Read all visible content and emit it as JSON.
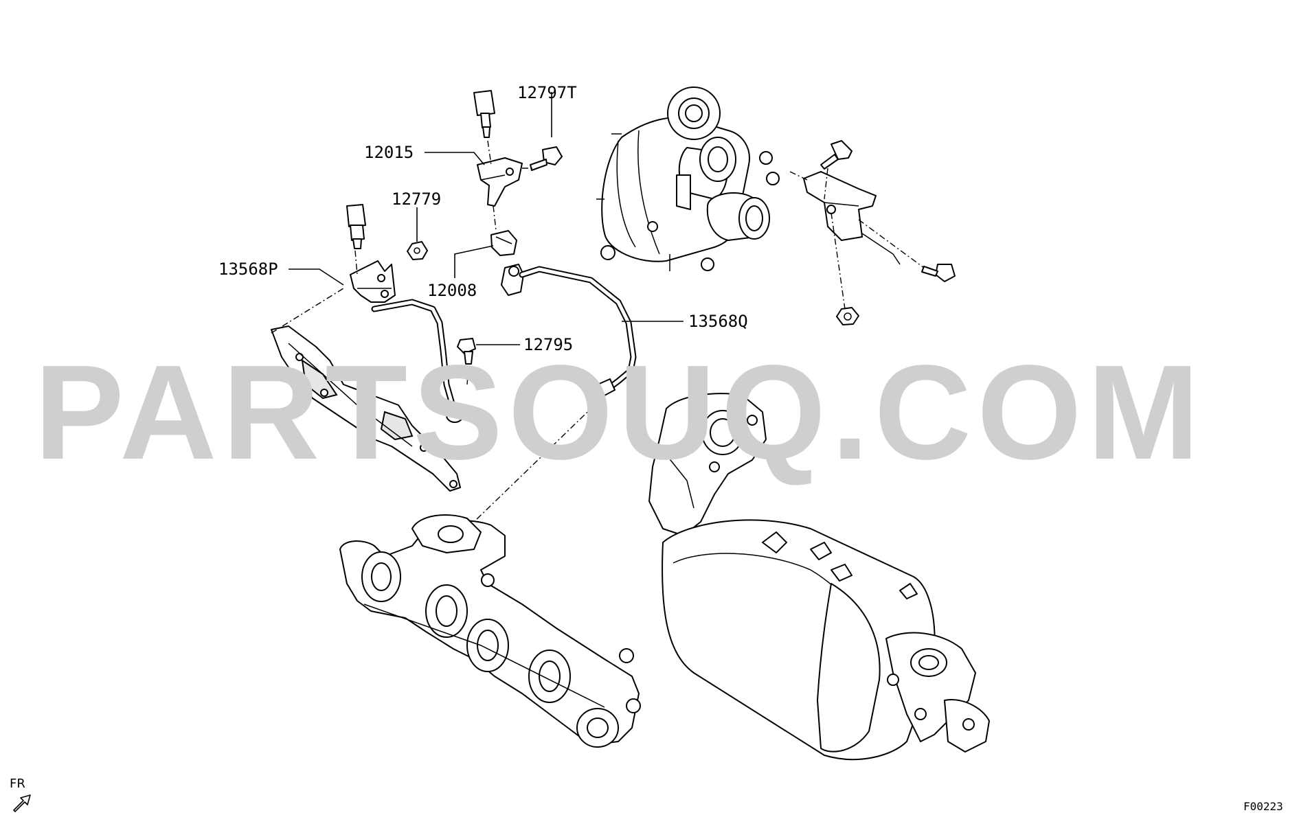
{
  "watermark": "PARTSOUQ.COM",
  "diagram_code": "F00223",
  "orientation_label": "FR",
  "callouts": {
    "c12797T": "12797T",
    "c12015": "12015",
    "c12779": "12779",
    "c13568P": "13568P",
    "c12008": "12008",
    "c12795": "12795",
    "c13568Q": "13568Q"
  },
  "icons": {
    "orientation": "front-arrow-icon"
  }
}
